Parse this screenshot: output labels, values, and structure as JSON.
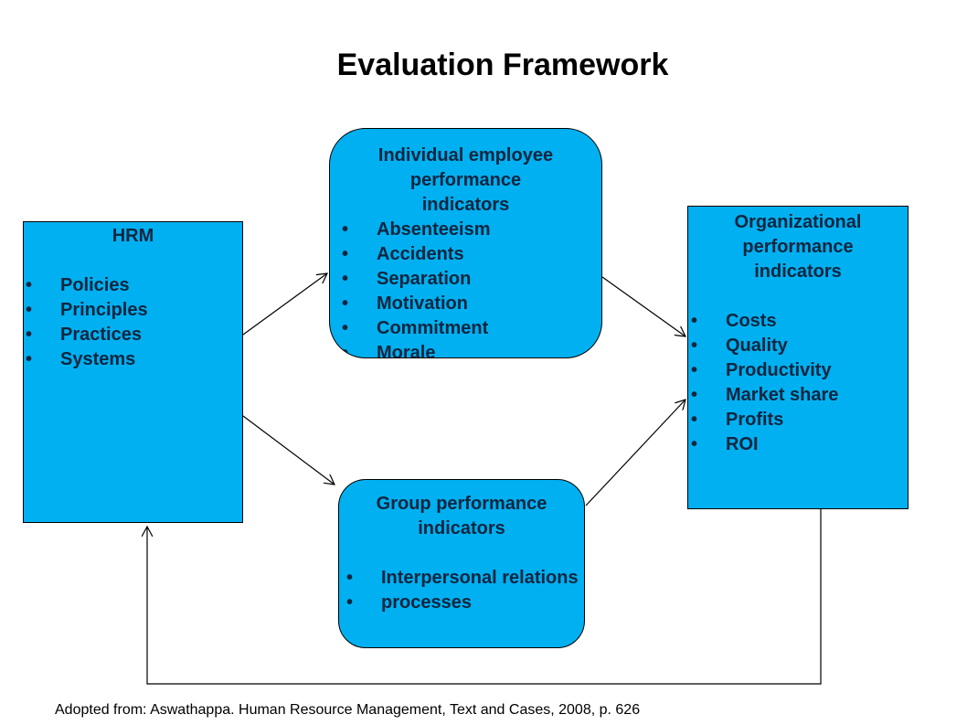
{
  "title": "Evaluation Framework",
  "hrm": {
    "heading": "HRM",
    "items": [
      "Policies",
      "Principles",
      "Practices",
      "Systems"
    ]
  },
  "individual": {
    "heading_lines": [
      "Individual employee",
      "performance",
      "indicators"
    ],
    "items": [
      "Absenteeism",
      "Accidents",
      "Separation",
      "Motivation",
      "Commitment",
      "Morale"
    ]
  },
  "organizational": {
    "heading_lines": [
      "Organizational",
      "performance",
      "indicators"
    ],
    "items": [
      "Costs",
      "Quality",
      "Productivity",
      "Market share",
      "Profits",
      "ROI"
    ]
  },
  "group": {
    "heading_lines": [
      "Group performance",
      "indicators"
    ],
    "items": [
      "Interpersonal relations",
      "processes"
    ]
  },
  "source": "Adopted from: Aswathappa. Human Resource Management, Text and Cases, 2008, p. 626",
  "colors": {
    "box_fill": "#00b0f0",
    "box_text": "#10253f"
  }
}
